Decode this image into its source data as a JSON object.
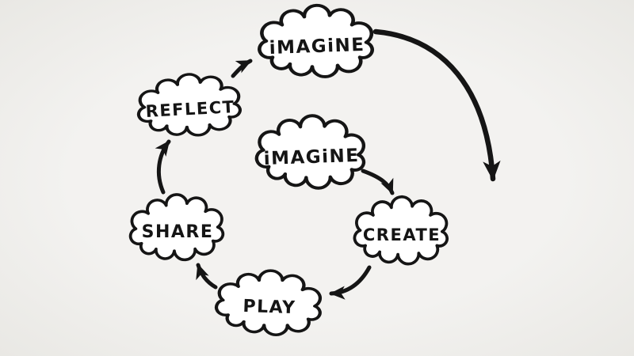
{
  "palette": {
    "background": "#f3f2f0",
    "background_edge": "#e9e8e4",
    "ink": "#151515",
    "cloud_fill": "#ffffff"
  },
  "diagram": {
    "nodes": [
      {
        "id": "imagine-top",
        "label": "iMAGiNE"
      },
      {
        "id": "reflect",
        "label": "REFLECT"
      },
      {
        "id": "imagine-center",
        "label": "iMAGiNE"
      },
      {
        "id": "create",
        "label": "CREATE"
      },
      {
        "id": "play",
        "label": "PLAY"
      },
      {
        "id": "share",
        "label": "SHARE"
      }
    ],
    "edges": [
      {
        "from": "imagine-center",
        "to": "create"
      },
      {
        "from": "create",
        "to": "play"
      },
      {
        "from": "play",
        "to": "share"
      },
      {
        "from": "share",
        "to": "reflect"
      },
      {
        "from": "reflect",
        "to": "imagine-top"
      },
      {
        "from": "imagine-top",
        "to": "spiral-out"
      }
    ]
  }
}
